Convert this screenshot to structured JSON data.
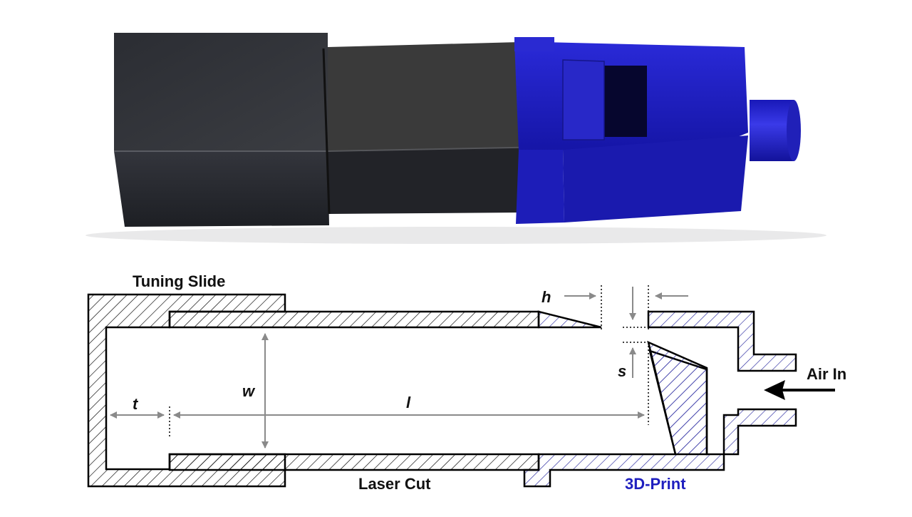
{
  "labels": {
    "tuning_slide": "Tuning Slide",
    "laser_cut": "Laser Cut",
    "print_3d": "3D-Print",
    "air_in": "Air In"
  },
  "symbols": {
    "h": "h",
    "s": "s",
    "w": "w",
    "t": "t",
    "l": "l"
  },
  "colors": {
    "laser_cut_hatch": "#000000",
    "print_hatch": "#2a2aa0",
    "print_label": "#1f1fbf",
    "dimension": "#8a8a8a",
    "photo_dark_block": "#2a2c33",
    "photo_blue_part": "#1f1fc8"
  }
}
